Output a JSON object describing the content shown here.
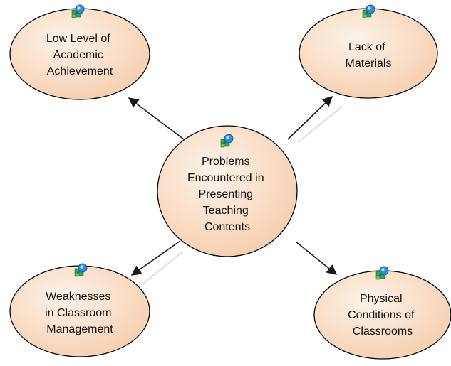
{
  "diagram": {
    "center": {
      "lines": [
        "Problems",
        "Encountered in",
        "Presenting",
        "Teaching",
        "Contents"
      ],
      "icon": "concept-map-node-icon"
    },
    "nodes": [
      {
        "id": "top-left",
        "lines": [
          "Low Level of",
          "Academic",
          "Achievement"
        ],
        "icon": "concept-map-node-icon"
      },
      {
        "id": "top-right",
        "lines": [
          "Lack of",
          "Materials"
        ],
        "icon": "concept-map-node-icon"
      },
      {
        "id": "bottom-left",
        "lines": [
          "Weaknesses",
          "in Classroom",
          "Management"
        ],
        "icon": "concept-map-node-icon"
      },
      {
        "id": "bottom-right",
        "lines": [
          "Physical",
          "Conditions of",
          "Classrooms"
        ],
        "icon": "concept-map-node-icon"
      }
    ],
    "colors": {
      "node_fill_light": "#fdf3ea",
      "node_fill_dark": "#f6ccaa",
      "node_stroke": "#000000",
      "arrow": "#1a1a1a",
      "icon_green": "#3aa53a",
      "icon_blue": "#2b8de0"
    }
  }
}
